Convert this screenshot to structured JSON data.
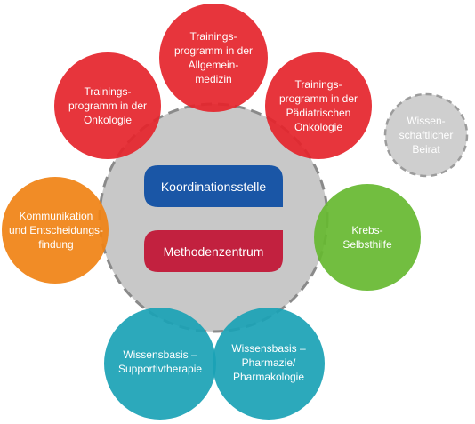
{
  "colors": {
    "red": "#e5242b",
    "orange": "#f08213",
    "green": "#66b930",
    "teal": "#1aa2b5",
    "gray_center": "#c8c8c8",
    "gray_dashed_border": "#8a8a8a",
    "gray_satellite": "#cfcfcf",
    "blue_pill": "#1a56a6",
    "crimson_pill": "#c2213f"
  },
  "center": {
    "pill_top": "Koordinationsstelle",
    "pill_bottom": "Methodenzentrum"
  },
  "nodes": {
    "training_allgemeinmedizin": "Trainings-\nprogramm in der\nAllgemein-\nmedizin",
    "training_onkologie": "Trainings-\nprogramm in der\nOnkologie",
    "training_paediatrie": "Trainings-\nprogramm in der\nPädiatrischen\nOnkologie",
    "wissenschaftlicher_beirat": "Wissen-\nschaftlicher\nBeirat",
    "kommunikation": "Kommunikation\nund Entscheidungs-\nfindung",
    "krebs_selbsthilfe": "Krebs-\nSelbsthilfe",
    "supportivtherapie": "Wissensbasis –\nSupportivtherapie",
    "pharmazie": "Wissensbasis –\nPharmazie/\nPharmakologie"
  }
}
